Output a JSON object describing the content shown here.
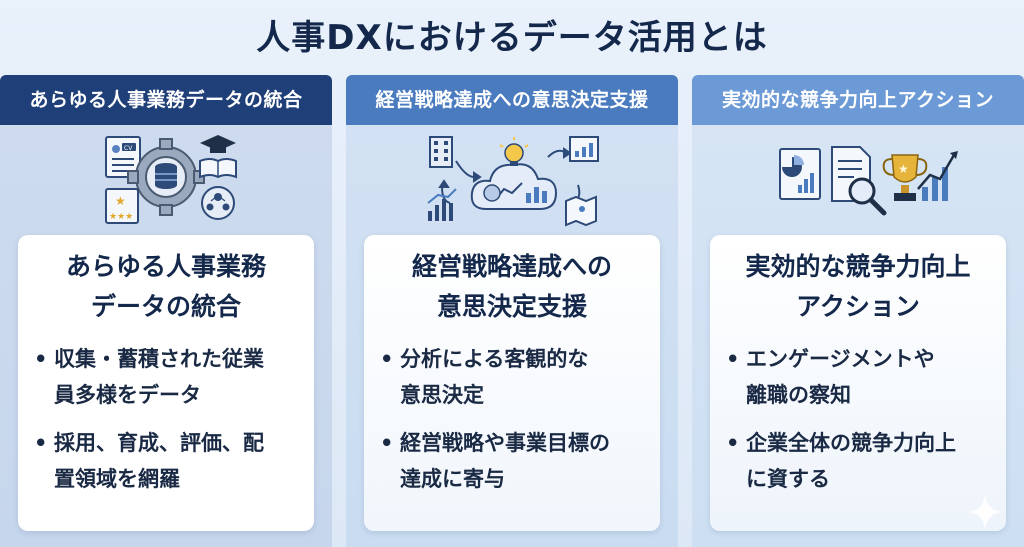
{
  "page": {
    "title": "人事DXにおけるデータ活用とは"
  },
  "columns": [
    {
      "header": "あらゆる人事業務データの統合",
      "card_title_line1": "あらゆる人事業務",
      "card_title_line2": "データの統合",
      "bullets": [
        {
          "line1": "収集・蓄積された従業",
          "line2": "員多様をデータ"
        },
        {
          "line1": "採用、育成、評価、配",
          "line2": "置領域を網羅"
        }
      ],
      "icons": [
        "resume-icon",
        "gear-database-icon",
        "graduation-book-icon",
        "star-rating-icon",
        "people-network-icon"
      ],
      "icon_labels": {
        "resume_badge": "CV"
      }
    },
    {
      "header": "経営戦略達成への意思決定支援",
      "card_title_line1": "経営戦略達成への",
      "card_title_line2": "意思決定支援",
      "bullets": [
        {
          "line1": "分析による客観的な",
          "line2": "意思決定"
        },
        {
          "line1": "経営戦略や事業目標の",
          "line2": "達成に寄与"
        }
      ],
      "icons": [
        "building-icon",
        "lightbulb-cloud-icon",
        "chart-icon",
        "map-icon",
        "bar-chart-icon"
      ]
    },
    {
      "header": "実効的な競争力向上アクション",
      "card_title_line1": "実効的な競争力向上",
      "card_title_line2": "アクション",
      "bullets": [
        {
          "line1": "エンゲージメントや",
          "line2": "離職の察知"
        },
        {
          "line1": "企業全体の競争力向上",
          "line2": "に資する"
        }
      ],
      "icons": [
        "report-chart-icon",
        "document-magnifier-icon",
        "trophy-icon",
        "growth-chart-icon"
      ]
    }
  ],
  "colors": {
    "header1": "#1f3f78",
    "header2": "#4a7bbf",
    "header3": "#6c9ad6",
    "title_text": "#14284b"
  }
}
